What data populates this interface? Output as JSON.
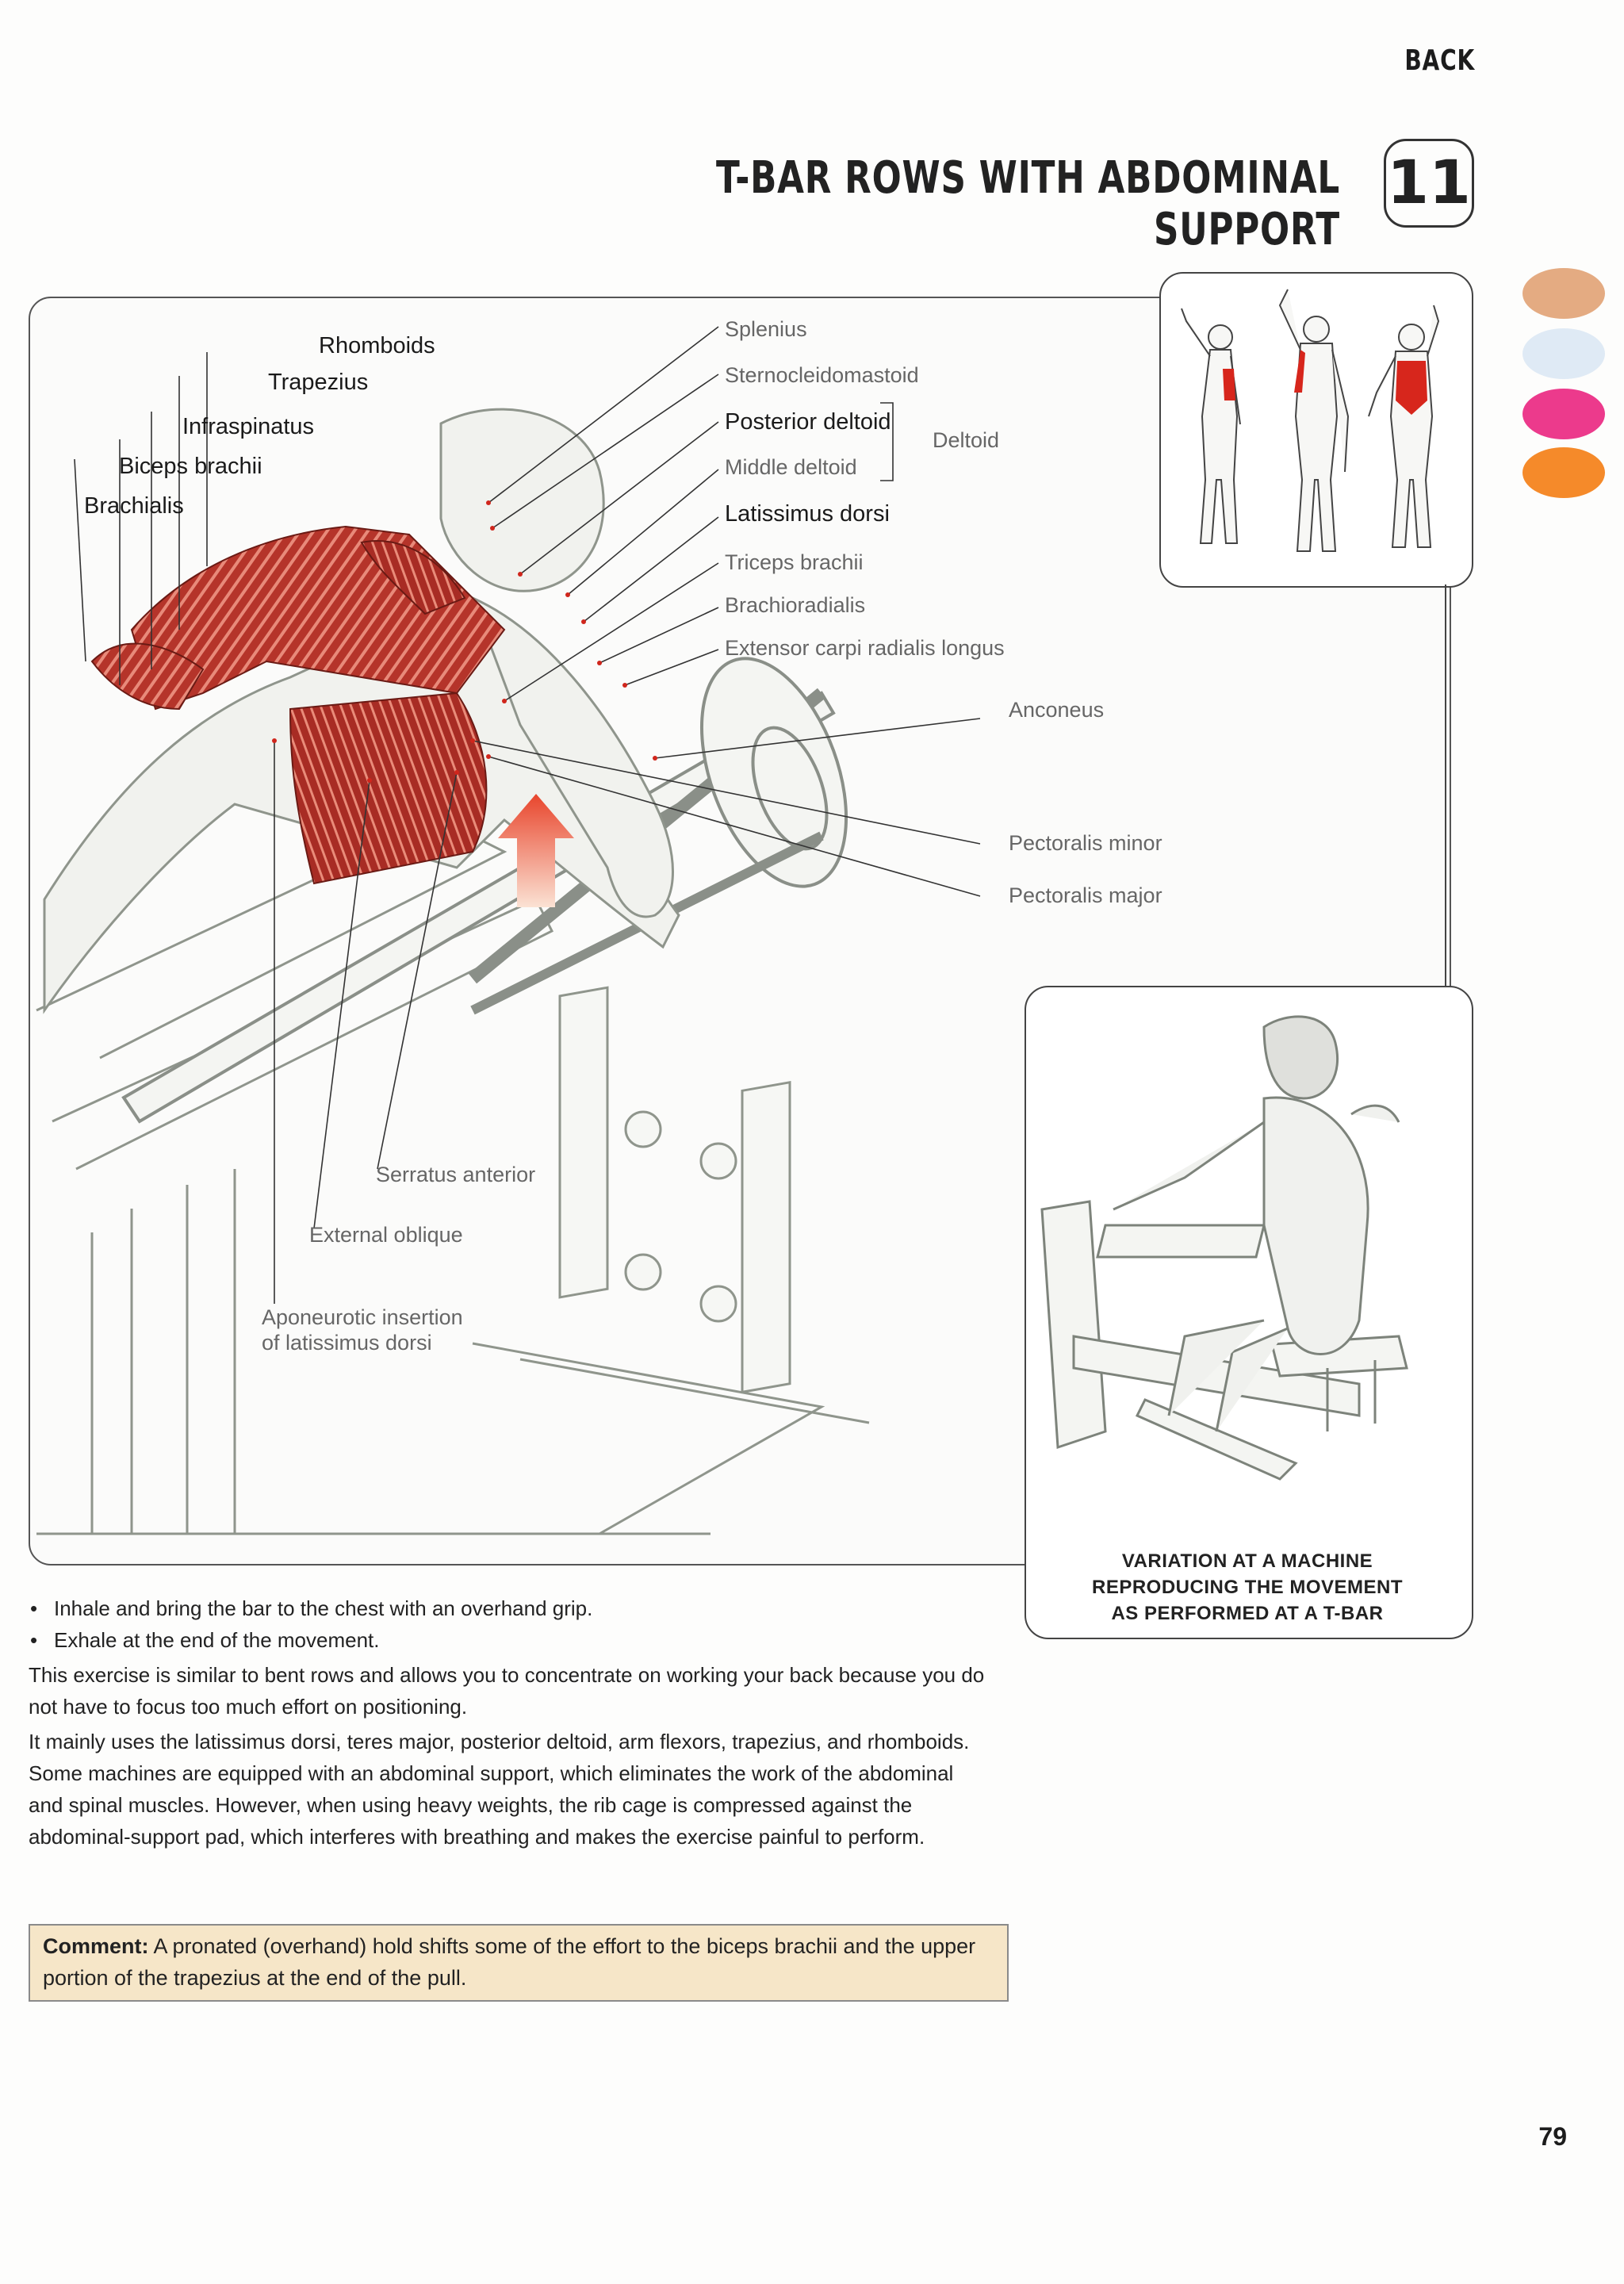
{
  "header": {
    "section": "BACK",
    "title": "T-BAR ROWS WITH ABDOMINAL SUPPORT",
    "number": "11"
  },
  "labels": {
    "rhomboids": "Rhomboids",
    "trapezius": "Trapezius",
    "infraspinatus": "Infraspinatus",
    "biceps_brachii": "Biceps brachii",
    "brachialis": "Brachialis",
    "splenius": "Splenius",
    "sternocleidomastoid": "Sternocleidomastoid",
    "posterior_deltoid": "Posterior deltoid",
    "middle_deltoid": "Middle deltoid",
    "deltoid": "Deltoid",
    "latissimus_dorsi": "Latissimus dorsi",
    "triceps_brachii": "Triceps brachii",
    "brachioradialis": "Brachioradialis",
    "extensor_carpi": "Extensor carpi radialis longus",
    "anconeus": "Anconeus",
    "pectoralis_minor": "Pectoralis minor",
    "pectoralis_major": "Pectoralis major",
    "serratus_anterior": "Serratus anterior",
    "external_oblique": "External oblique",
    "aponeurotic_line1": "Aponeurotic insertion",
    "aponeurotic_line2": "of latissimus dorsi"
  },
  "variation": {
    "line1": "VARIATION AT A MACHINE",
    "line2": "REPRODUCING THE MOVEMENT",
    "line3": "AS PERFORMED AT A T-BAR"
  },
  "color_tabs": [
    "#e4ab82",
    "#dfeaf5",
    "#ec3a8c",
    "#f58a2a"
  ],
  "instructions": {
    "bullets": [
      "Inhale and bring the bar to the chest with an overhand grip.",
      "Exhale at the end of the movement."
    ],
    "paragraph1": "This exercise is similar to bent rows and allows you to concentrate on working your back because you do not have to focus too much effort on positioning.",
    "paragraph2": "It mainly uses the latissimus dorsi, teres major, posterior deltoid, arm flexors, trapezius, and rhomboids. Some machines are equipped with an abdominal support, which eliminates the work of the abdominal and spinal muscles. However, when using heavy weights, the rib cage is compressed against the abdominal-support pad, which interferes with breathing and makes the exercise painful to perform."
  },
  "comment": {
    "label": "Comment:",
    "text": "A pronated (overhand) hold shifts some of the effort to the biceps brachii and the upper portion of the trapezius at the end of the pull."
  },
  "page_number": "79"
}
